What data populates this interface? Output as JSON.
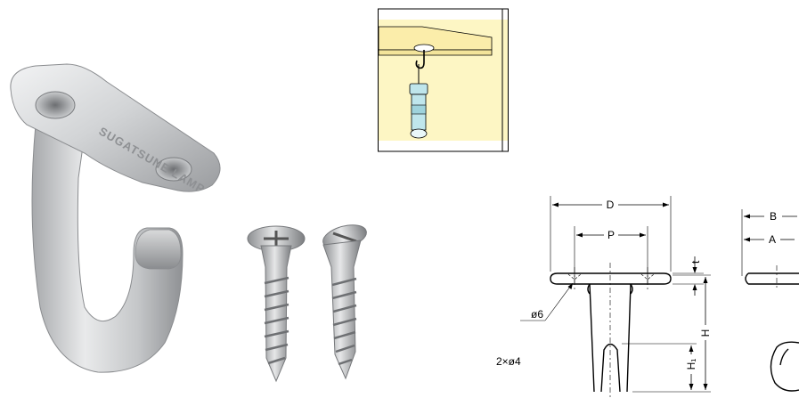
{
  "product_photo": {
    "engraving": "SUGATSUNE LAMP"
  },
  "usage_illustration": {},
  "drawing": {
    "labels": {
      "D": "D",
      "P": "P",
      "t": "t",
      "H": "H",
      "H1": "H₁",
      "B": "B",
      "A": "A",
      "hole_dia": "ø6",
      "screw_spec": "2×ø4"
    }
  },
  "colors": {
    "steel_light": "#e4e5e6",
    "steel_mid": "#b9bbbd",
    "steel_dark": "#7d7f82",
    "ceiling_panel": "#fdf6c4",
    "shelf_edge": "#f3e49a",
    "bulb_glass": "#bfe6ec",
    "frame": "#000000"
  }
}
